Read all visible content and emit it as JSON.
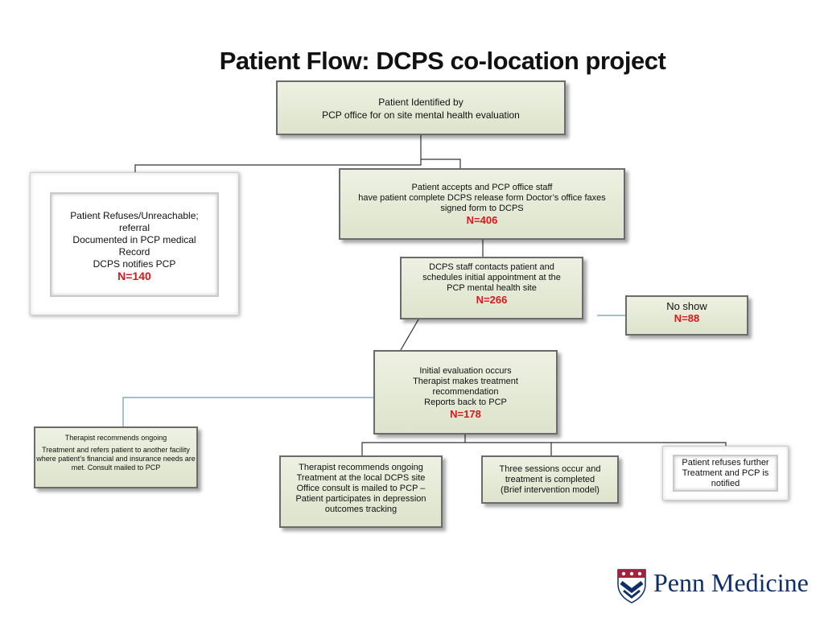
{
  "title": "Patient Flow: DCPS co-location project",
  "nodes": {
    "identified": {
      "lines": [
        "Patient Identified by",
        "PCP office  for on site mental health evaluation"
      ]
    },
    "refuses": {
      "lines": [
        "Patient Refuses/Unreachable;",
        "referral",
        "Documented in PCP medical",
        "Record",
        "DCPS notifies PCP"
      ],
      "n": "N=140"
    },
    "accepts": {
      "lines": [
        "Patient accepts and PCP office staff",
        "have patient complete DCPS release form Doctor’s office  faxes",
        "signed  form to DCPS"
      ],
      "n": "N=406"
    },
    "contacts": {
      "lines": [
        "DCPS staff contacts patient and",
        "schedules initial appointment at  the",
        "PCP  mental health site"
      ],
      "n": "N=266"
    },
    "noshow": {
      "lines": [
        "No show"
      ],
      "n": "N=88"
    },
    "evaluation": {
      "lines": [
        "Initial evaluation occurs",
        "Therapist makes  treatment",
        "recommendation",
        "Reports back to PCP"
      ],
      "n": "N=178"
    },
    "refers": {
      "lines": [
        "Therapist recommends ongoing",
        "Treatment and refers patient to another facility where patient’s financial and insurance needs are met.  Consult mailed to PCP"
      ]
    },
    "local": {
      "lines": [
        "Therapist recommends ongoing",
        "Treatment at the local DCPS site",
        "Office consult is mailed to PCP –",
        "Patient participates in depression",
        "outcomes tracking"
      ]
    },
    "sessions": {
      "lines": [
        "Three sessions occur and",
        "treatment is completed",
        "(Brief intervention model)"
      ]
    },
    "further": {
      "lines": [
        "Patient refuses further",
        "Treatment and PCP is",
        "notified"
      ]
    }
  },
  "logo": {
    "text": "Penn Medicine"
  },
  "colors": {
    "box_fill": "#e6ead6",
    "box_border": "#6b6b6b",
    "count_text": "#e0141c",
    "line_blue": "#4a7fb5",
    "logo_blue": "#0f2f6a"
  }
}
